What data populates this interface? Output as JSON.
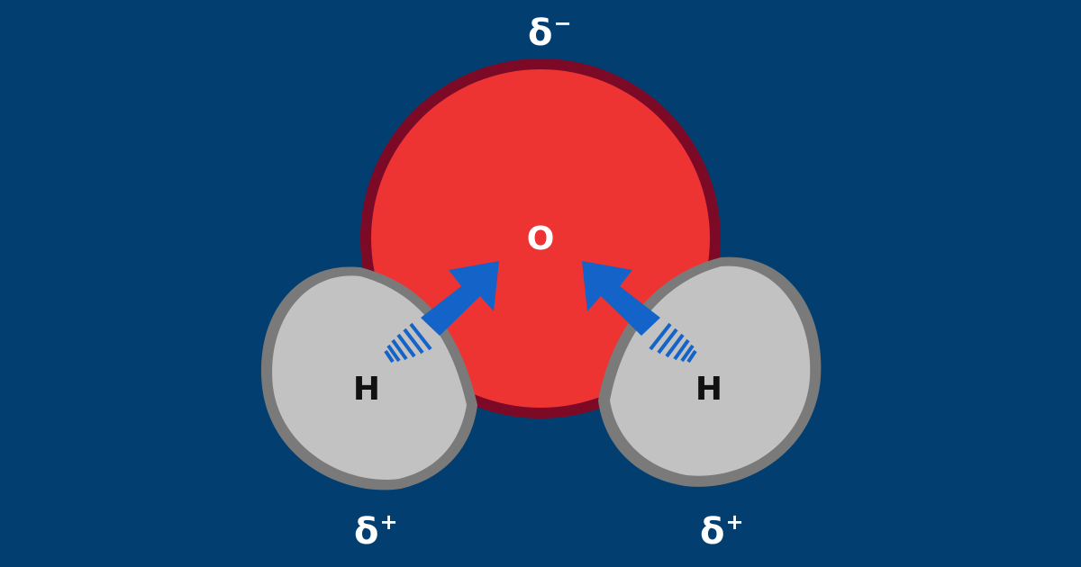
{
  "diagram": {
    "background_color": "#023e6f",
    "oxygen": {
      "label": "O",
      "charge_symbol": "δ",
      "charge_sign": "−",
      "fill_color": "#ee3433",
      "outline_color": "#7c0a27",
      "label_color": "#ffffff"
    },
    "hydrogens": [
      {
        "label": "H",
        "charge_symbol": "δ",
        "charge_sign": "+",
        "fill_color": "#c2c2c2",
        "outline_color": "#7a7a7a",
        "label_color": "#111111"
      },
      {
        "label": "H",
        "charge_symbol": "δ",
        "charge_sign": "+",
        "fill_color": "#c2c2c2",
        "outline_color": "#7a7a7a",
        "label_color": "#111111"
      }
    ],
    "arrow_color": "#1463c8",
    "arrow_icon": "electron-pull-arrow-icon"
  }
}
